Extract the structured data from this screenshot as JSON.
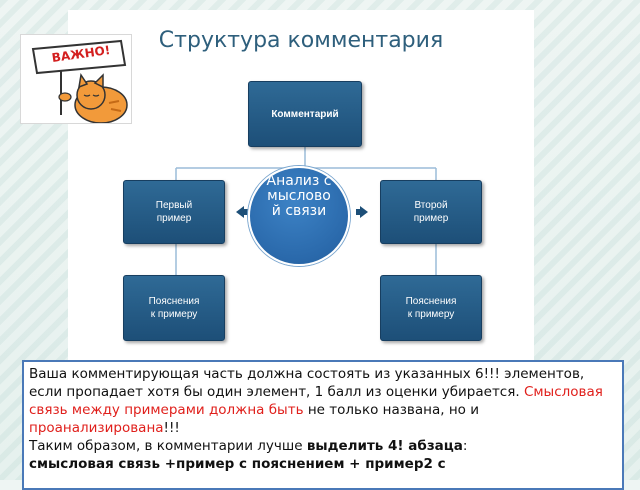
{
  "slide": {
    "title": "Структура комментария",
    "sticker_text": "ВАЖНО!"
  },
  "diagram": {
    "top_box": "Комментарий",
    "left_top_box": "Первый\nпример",
    "right_top_box": "Второй\nпример",
    "left_bottom_box": "Пояснения\nк примеру",
    "right_bottom_box": "Пояснения\nк примеру",
    "center_circle": "Анализ смысловой связи",
    "colors": {
      "box": "#1d4f78",
      "circle": "#2a69ab",
      "connector": "#9bbcd8"
    }
  },
  "note": {
    "p1": "Ваша комментирующая часть должна состоять из указанных 6!!! элементов, если пропадает хотя бы один элемент, 1 балл из оценки убирается. ",
    "red1": "Смысловая связь между примерами должна быть",
    "p2": " не только названа, но и ",
    "red2": "проанализирована",
    "p3": "!!!",
    "p4": "Таким образом, в комментарии лучше ",
    "bold1": "выделить 4! абзаца",
    "p5": ":",
    "bold2": "смысловая связь +пример с пояснением + пример2 с"
  }
}
